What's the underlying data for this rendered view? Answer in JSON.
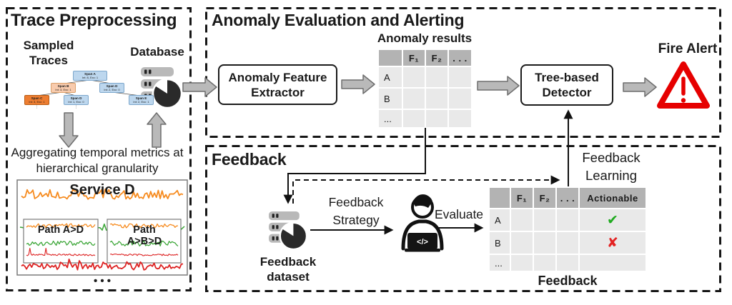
{
  "colors": {
    "arrow_fill": "#b9b9b9",
    "arrow_stroke": "#6e6e6e",
    "table_header_bg": "#b3b3b3",
    "table_cell_bg": "#e9e9e9",
    "line_orange": "#f68b1f",
    "line_green": "#3ea73a",
    "line_red": "#dd2222",
    "alert_red": "#e60000",
    "check_green": "#1faa1f",
    "cross_red": "#e32222",
    "span_blue": "#bdd7ee",
    "span_orange_light": "#f8cbad",
    "span_orange_dark": "#ed7d31"
  },
  "trace_preprocessing": {
    "title": "Trace Preprocessing",
    "sampled_traces_label": "Sampled Traces",
    "database_label": "Database",
    "aggregating_text": "Aggregating temporal metrics at hierarchical granularity",
    "span_tree": {
      "nodes": [
        {
          "name": "Span A",
          "detail": "Int: 8, Exc: 1"
        },
        {
          "name": "Span B",
          "detail": "Int: 3, Exc: 1"
        },
        {
          "name": "Span D",
          "detail": "Int: 2, Exc: 0"
        },
        {
          "name": "Span C",
          "detail": "Int: 3, Exc: 1"
        },
        {
          "name": "Span D",
          "detail": "Int: 1, Exc: 0"
        },
        {
          "name": "Span E",
          "detail": "Int: 2, Exc: 1"
        }
      ],
      "more_indicator": "⋮"
    },
    "metrics_chart": {
      "service_label": "Service D",
      "path_labels": [
        "Path A>D",
        "Path A>B>D"
      ]
    },
    "ellipsis": "• • •"
  },
  "anomaly_section": {
    "title": "Anomaly Evaluation and Alerting",
    "extractor_label": "Anomaly Feature Extractor",
    "results_table": {
      "title": "Anomaly results",
      "columns": [
        "",
        "F₁",
        "F₂",
        ". . ."
      ],
      "rows": [
        "A",
        "B",
        "..."
      ]
    },
    "detector_label": "Tree-based Detector",
    "fire_alert_label": "Fire Alert"
  },
  "feedback_section": {
    "title": "Feedback",
    "dataset_label": "Feedback dataset",
    "strategy_label": "Feedback Strategy",
    "evaluate_label": "Evaluate",
    "learning_label": "Feedback Learning",
    "table": {
      "columns": [
        "",
        "F₁",
        "F₂",
        ". . .",
        "Actionable"
      ],
      "rows": [
        {
          "name": "A",
          "mark": "✔"
        },
        {
          "name": "B",
          "mark": "✘"
        },
        {
          "name": "...",
          "mark": ""
        }
      ],
      "caption": "Feedback"
    }
  }
}
